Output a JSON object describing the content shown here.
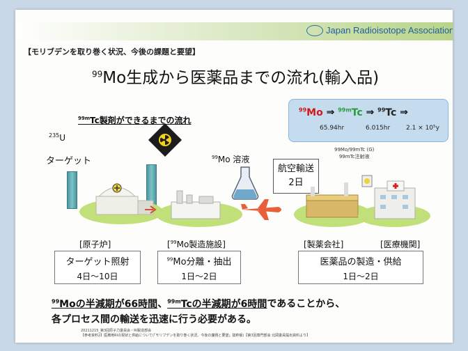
{
  "header": {
    "organization": "Japan Radioisotope Association"
  },
  "section_label": "【モリブデンを取り巻く状況、今後の課題と要望】",
  "title": {
    "sup": "99",
    "text": "Mo生成から医薬品までの流れ(輸入品)"
  },
  "subtitle": {
    "sup": "99m",
    "text": "Tc製剤ができるまでの流れ"
  },
  "decay_chain": {
    "mo99": {
      "mass": "99",
      "symbol": "Mo",
      "half_life": "65.94hr"
    },
    "tc99m": {
      "mass": "99m",
      "symbol": "Tc",
      "half_life": "6.015hr"
    },
    "tc99": {
      "mass": "99",
      "symbol": "Tc",
      "half_life": "2.1 × 10⁵y"
    },
    "arrow": "⇒"
  },
  "flow": {
    "target": {
      "isotope_mass": "235",
      "isotope_symbol": "U",
      "label": "ターゲット"
    },
    "mo_solution": {
      "sup": "99",
      "label": "Mo 溶液"
    },
    "pharma_products": {
      "line1": "99Mo/99mTc (G)",
      "line2": "99mTc注射液"
    },
    "transport": {
      "line1": "航空輸送",
      "line2": "2日"
    },
    "sites": {
      "reactor": "[原子炉]",
      "processing": {
        "prefix": "[",
        "sup": "99",
        "text": "Mo製造施設]"
      },
      "pharma_company": "[製薬会社]",
      "medical": "[医療機関]"
    },
    "steps": {
      "irradiation": {
        "title": "ターゲット照射",
        "days": "4日〜10日"
      },
      "separation": {
        "sup": "99",
        "title": "Mo分離・抽出",
        "days": "1日〜2日"
      },
      "manufacture": {
        "title": "医薬品の製造・供給",
        "days": "1日〜2日"
      }
    }
  },
  "summary": {
    "mo_sup": "99",
    "part1": "Moの半減期が66時間",
    "sep": "、",
    "tc_sup": "99m",
    "part2": "Tcの半減期が6時間",
    "part3": "であることから、",
    "line2": "各プロセス間の輸送を迅速に行う必要がある。"
  },
  "footnote": {
    "line1": "20211215_第3回原子力委員会・RI製造部会",
    "line2": "【参考資料2】医療用RIの現状と供給について(「モリブデンを取り巻く状況、今後の課題と要望」抜粋版)【第3回専門部会 北岡委員提出資料より】"
  },
  "colors": {
    "mo": "#d01818",
    "tc99m": "#2a9a3a",
    "tc99": "#222222",
    "decay_box": "#c5dcef",
    "airplane": "#e8603a",
    "flow_arrow": "#d55030"
  }
}
